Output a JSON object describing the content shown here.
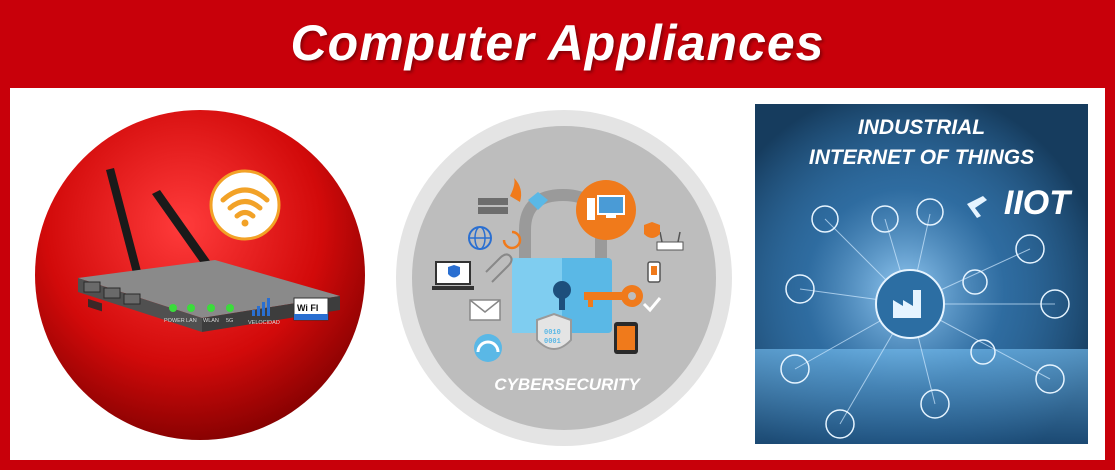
{
  "header": {
    "title": "Computer Appliances"
  },
  "router_panel": {
    "leds": [
      "POWER",
      "LAN",
      "WLAN",
      "5G"
    ],
    "signal_label": "VELOCIDAD",
    "brand": "Wi FI",
    "colors": {
      "sphere": "#d20a0a",
      "wifi_badge": "#f2a227"
    }
  },
  "cyber_panel": {
    "label": "CYBERSECURITY",
    "binary": [
      "0010",
      "0001"
    ]
  },
  "iiot_panel": {
    "line1": "INDUSTRIAL",
    "line2": "INTERNET OF THINGS",
    "line3": "IIOT"
  },
  "colors": {
    "brand_red": "#c8000a",
    "accent_orange": "#f07a1b",
    "lock_blue": "#5ab8e6"
  }
}
